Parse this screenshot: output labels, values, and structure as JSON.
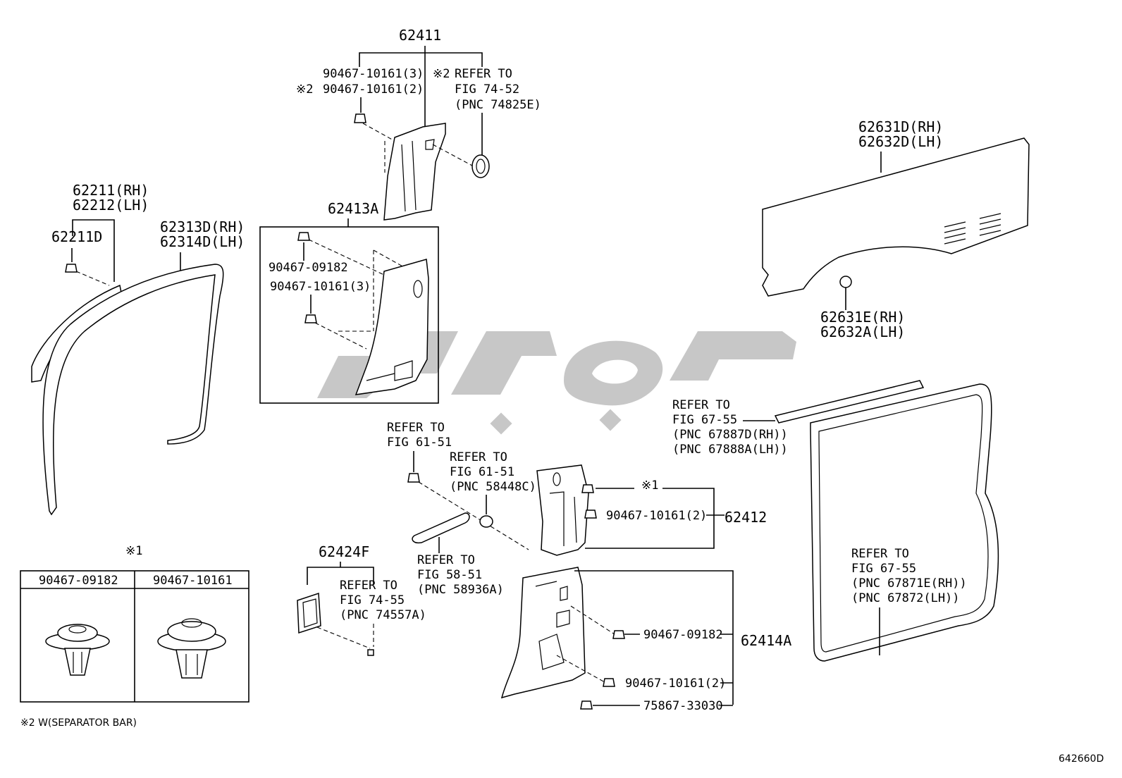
{
  "labels": {
    "p62411": "62411",
    "c90467_10161_3": "90467-10161(3)",
    "mark2_a": "※2",
    "c90467_10161_2": "90467-10161(2)",
    "mark2_b": "※2",
    "refer_a": "REFER TO",
    "fig74_52": "FIG 74-52",
    "pnc74825e": "(PNC 74825E)",
    "p62211rh": "62211(RH)",
    "p62212lh": "62212(LH)",
    "p62211d": "62211D",
    "p62313d": "62313D(RH)",
    "p62314d": "62314D(LH)",
    "p62413a": "62413A",
    "c90467_09182_a": "90467-09182",
    "c90467_10161_3b": "90467-10161(3)",
    "p62631d": "62631D(RH)",
    "p62632d": "62632D(LH)",
    "p62631e": "62631E(RH)",
    "p62632a": "62632A(LH)",
    "refer_b": "REFER TO",
    "fig67_55_a": "FIG 67-55",
    "pnc67887d": "(PNC 67887D(RH))",
    "pnc67888a": "(PNC 67888A(LH))",
    "refer_c": "REFER TO",
    "fig61_51_a": "FIG 61-51",
    "refer_d": "REFER TO",
    "fig61_51_b": "FIG 61-51",
    "pnc58448c": "(PNC 58448C)",
    "mark1_a": "※1",
    "c90467_10161_2b": "90467-10161(2)",
    "p62412": "62412",
    "refer_e": "REFER TO",
    "fig58_51": "FIG 58-51",
    "pnc58936a": "(PNC 58936A)",
    "p62424f": "62424F",
    "refer_f": "REFER TO",
    "fig74_55": "FIG 74-55",
    "pnc74557a": "(PNC 74557A)",
    "c90467_09182_b": "90467-09182",
    "p62414a": "62414A",
    "c90467_10161_2c": "90467-10161(2)",
    "c75867_33030": "75867-33030",
    "refer_g": "REFER TO",
    "fig67_55_b": "FIG 67-55",
    "pnc67871e": "(PNC 67871E(RH))",
    "pnc67872": "(PNC 67872(LH))",
    "mark1_b": "※1",
    "legend_h1": "90467-09182",
    "legend_h2": "90467-10161",
    "footnote": "※2 W(SEPARATOR BAR)",
    "drawing_no": "642660D"
  }
}
